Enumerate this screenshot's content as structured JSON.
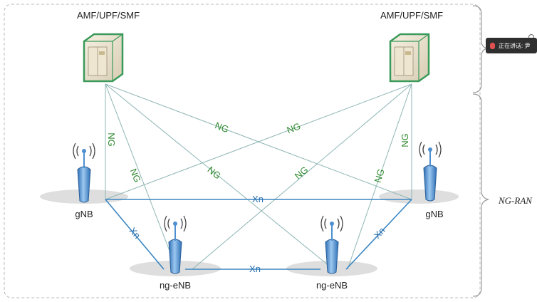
{
  "core": {
    "left_label": "AMF/UPF/SMF",
    "right_label": "AMF/UPF/SMF"
  },
  "ran": {
    "gnb_left": "gNB",
    "gnb_right": "gNB",
    "ngenb_left": "ng-eNB",
    "ngenb_right": "ng-eNB",
    "region_label": "NG-RAN"
  },
  "interfaces": {
    "ng_labels": [
      "NG",
      "NG",
      "NG",
      "NG",
      "NG",
      "NG",
      "NG",
      "NG"
    ],
    "xn_labels": [
      "Xn",
      "Xn",
      "Xn",
      "Xn"
    ]
  },
  "toast": {
    "text": "正在讲话: 尹"
  },
  "colors": {
    "ng_line": "#8fb5b5",
    "ng_text": "#2f8a2f",
    "xn_line": "#3b86c2",
    "xn_text": "#2a6fad",
    "server_border": "#3a9a5a",
    "antenna": "#4d8fd0"
  }
}
